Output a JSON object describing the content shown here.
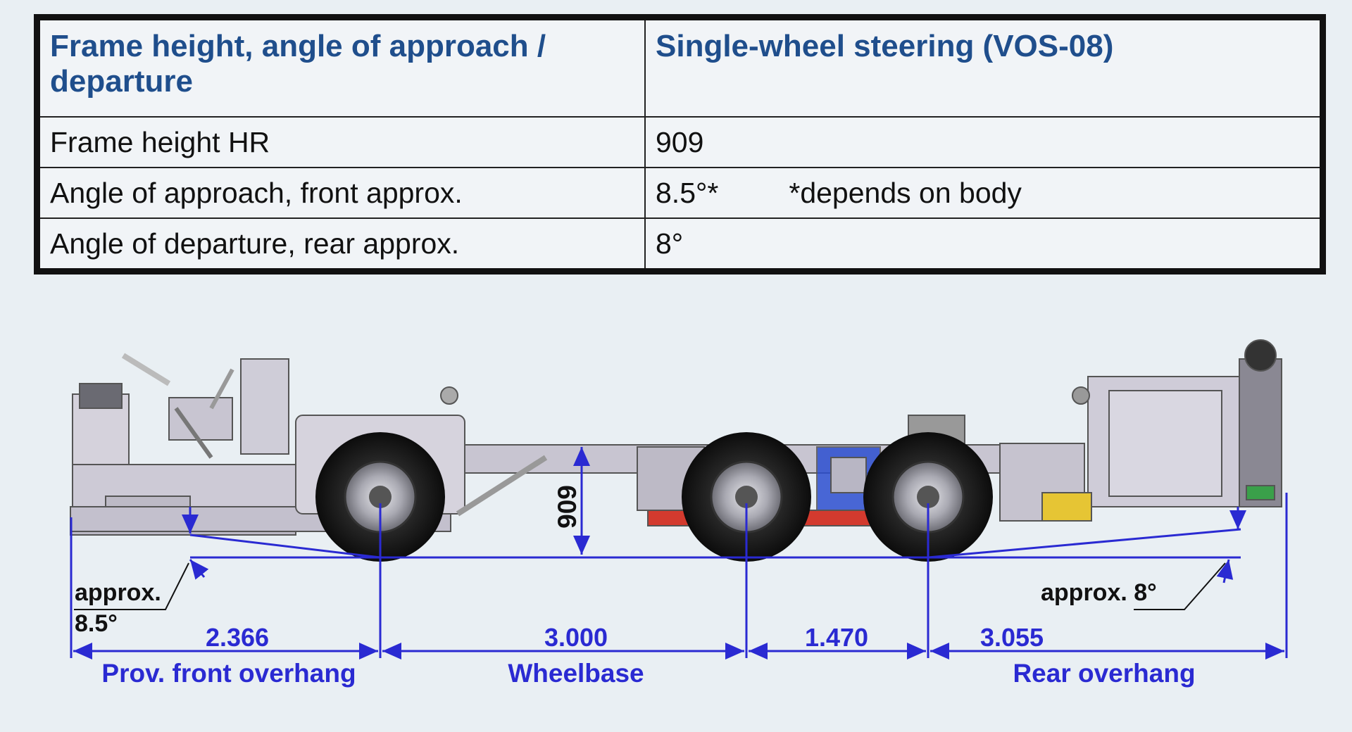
{
  "table": {
    "header": {
      "col1": "Frame height, angle of approach / departure",
      "col2": "Single-wheel steering (VOS-08)"
    },
    "rows": [
      {
        "label": "Frame height HR",
        "value": "909",
        "note": ""
      },
      {
        "label": "Angle of approach, front approx.",
        "value": "8.5°*",
        "note": "*depends on body"
      },
      {
        "label": "Angle of departure, rear approx.",
        "value": "8°",
        "note": ""
      }
    ]
  },
  "diagram": {
    "frame_height_label": "909",
    "approach_label_line1": "approx.",
    "approach_label_line2": "8.5°",
    "departure_label": "approx. 8°",
    "dimensions": [
      {
        "value": "2.366",
        "label": "Prov. front overhang"
      },
      {
        "value": "3.000",
        "label": "Wheelbase"
      },
      {
        "value": "1.470",
        "label": ""
      },
      {
        "value": "3.055",
        "label": "Rear overhang"
      }
    ],
    "colors": {
      "dimension_line": "#2a2ad2",
      "chassis": "#c9c6d3",
      "tire": "#1c1c1c",
      "accent_red": "#d33a2e",
      "accent_blue": "#2c4fd0"
    }
  }
}
